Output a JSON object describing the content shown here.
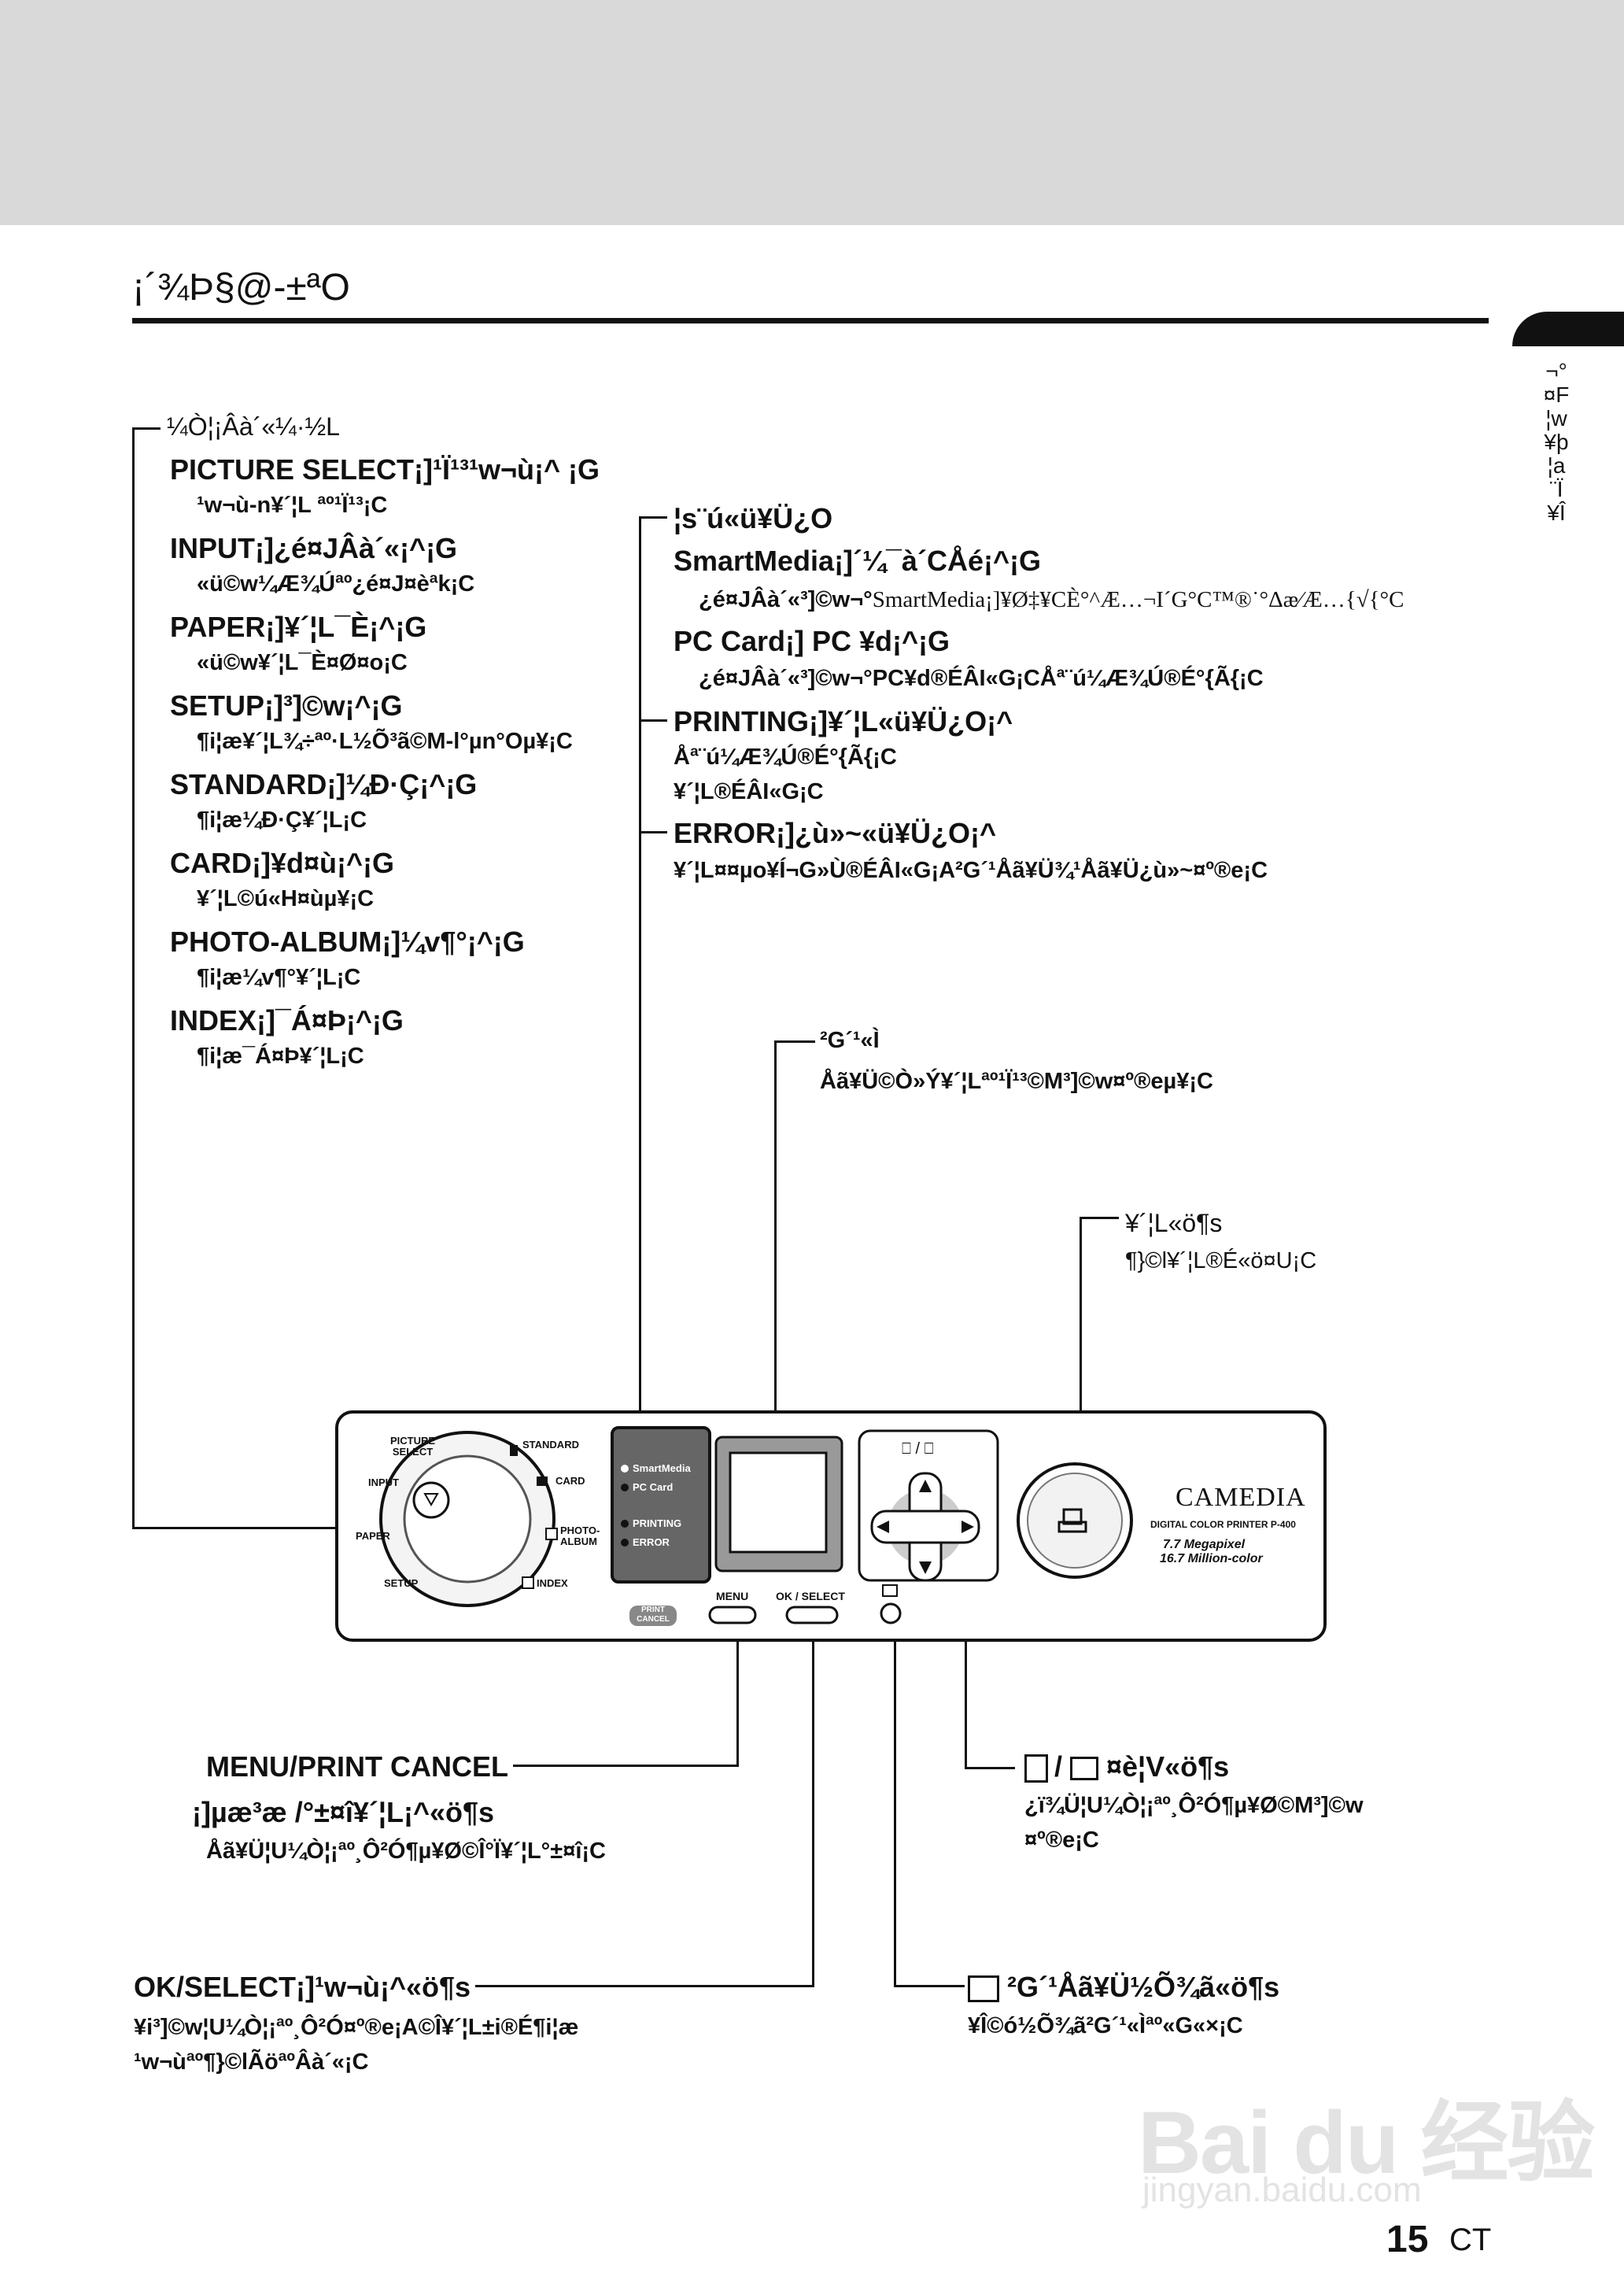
{
  "page": {
    "title": "¡´¾Þ§@-±ªO",
    "side_tab_chars": [
      "¬°",
      "¤F",
      "¦w",
      "¥þ",
      "¦a",
      "¨Ï",
      "¥Î"
    ],
    "page_number": "15",
    "page_suffix": "CT"
  },
  "left_group": {
    "heading": "¼Ò¦¡Âà´«¼·½L",
    "items": [
      {
        "label": "PICTURE SELECT¡]¹Ï¹³¹w¬ù¡^ ¡G",
        "desc": "¹w¬ù-n¥´¦L ªº¹Ï¹³¡C"
      },
      {
        "label": "INPUT¡]¿é¤JÂà´«¡^¡G",
        "desc": "«ü©w¼Æ¾Úªº¿é¤J¤èªk¡C"
      },
      {
        "label": "PAPER¡]¥´¦L¯È¡^¡G",
        "desc": "«ü©w¥´¦L¯È¤Ø¤o¡C"
      },
      {
        "label": "SETUP¡]³]©w¡^¡G",
        "desc": "¶i¦æ¥´¦L¾÷ªº·L½Õ³ã©M-l°µn°Oµ¥¡C"
      },
      {
        "label": "STANDARD¡]¼Ð·Ç¡^¡G",
        "desc": "¶i¦æ¼Ð·Ç¥´¦L¡C"
      },
      {
        "label": "CARD¡]¥d¤ù¡^¡G",
        "desc": "¥´¦L©ú«H¤ùµ¥¡C"
      },
      {
        "label": "PHOTO-ALBUM¡]¼v¶°¡^¡G",
        "desc": "¶i¦æ¼v¶°¥´¦L¡C"
      },
      {
        "label": "INDEX¡]¯Á¤Þ¡^¡G",
        "desc": "¶i¦æ¯Á¤Þ¥´¦L¡C"
      }
    ]
  },
  "indicator_group": {
    "heading": "¦s¨ú«ü¥Ü¿O",
    "smartmedia_label": "SmartMedia¡]´¼¯à´CÅé¡^¡G",
    "smartmedia_desc_a": "¿é¤JÂà´«³]©w¬°",
    "smartmedia_desc_b": "SmartMedia¡]¥Ø‡¥CÈ°^Æ…¬I´G°C™®˙°Δæ⁄Æ…{√{°C",
    "pccard_label": "PC Card¡] PC ¥d¡^¡G",
    "pccard_desc_a": "¿é¤JÂà´«³]©w¬°",
    "pccard_desc_b": "PC¥d®ÉÂI«G¡CÅª¨ú¼Æ¾Ú®É°{Ã{¡C",
    "printing_label": "PRINTING¡]¥´¦L«ü¥Ü¿O¡^",
    "printing_desc1": "Åª¨ú¼Æ¾Ú®É°{Ã{¡C",
    "printing_desc2": "¥´¦L®ÉÂI«G¡C",
    "error_label": "ERROR¡]¿ù»~«ü¥Ü¿O¡^",
    "error_desc": "¥´¦L¤¤µo¥Í¬G»Ù®ÉÂI«G¡A²G´¹Åã¥Ü¾¹Åã¥Ü¿ù»~¤º®e¡C"
  },
  "lcd_group": {
    "heading": "²G´¹«Ì",
    "desc": "Åã¥Ü©Ò»Ý¥´¦Lªº¹Ï¹³©M³]©w¤º®eµ¥¡C"
  },
  "print_group": {
    "heading": "¥´¦L«ö¶s",
    "desc": "¶}©l¥´¦L®É«ö¤U¡C"
  },
  "menu_group": {
    "heading": "MENU/PRINT CANCEL",
    "line1": "¡]µæ³æ /°±¤î¥´¦L¡^«ö¶s",
    "line2": "Åã¥Ü¦U¼Ò¦¡ªº¸Ô²Ó¶µ¥Ø©Î°Ï¥´¦L°±¤î¡C"
  },
  "ok_group": {
    "heading": "OK/SELECT¡]¹w¬ù¡^«ö¶s",
    "line1": "¥i³]©w¦U¼Ò¦¡ªº¸Ô²Ó¤º®e¡A©Î¥´¦L±i®É¶i¦æ",
    "line2": "¹w¬ùªº¶}©lÃöªºÂà´«¡C"
  },
  "rotate_group": {
    "heading": "¤è¦V«ö¶s",
    "line1": "¿ï¾Ü¦U¼Ò¦¡ªº¸Ô²Ó¶µ¥Ø©M³]©w",
    "line2": "¤º®e¡C"
  },
  "backlight_group": {
    "heading": "²G´¹Åã¥Ü½Õ¾ã«ö¶s",
    "desc": "¥Î©ó½Õ¾ã²G´¹«Ìªº«G«×¡C"
  },
  "panel": {
    "dial_labels": {
      "picture_select_1": "PICTURE",
      "picture_select_2": "SELECT",
      "input": "INPUT",
      "paper": "PAPER",
      "setup": "SETUP",
      "standard": "STANDARD",
      "card": "CARD",
      "photo_album_1": "PHOTO-",
      "photo_album_2": "ALBUM",
      "index": "INDEX"
    },
    "leds": {
      "smartmedia": "SmartMedia",
      "pccard": "PC Card",
      "printing": "PRINTING",
      "error": "ERROR"
    },
    "buttons": {
      "print_cancel_1": "PRINT",
      "print_cancel_2": "CANCEL",
      "menu": "MENU",
      "ok_select": "OK / SELECT",
      "rotate_label": "⎕ / ⎕"
    },
    "brand": "CAMEDIA",
    "model": "DIGITAL COLOR PRINTER P-400",
    "spec1": "7.7 Megapixel",
    "spec2": "16.7 Million-color"
  },
  "watermark": {
    "text1": "Bai du 经验",
    "text2": "jingyan.baidu.com"
  }
}
